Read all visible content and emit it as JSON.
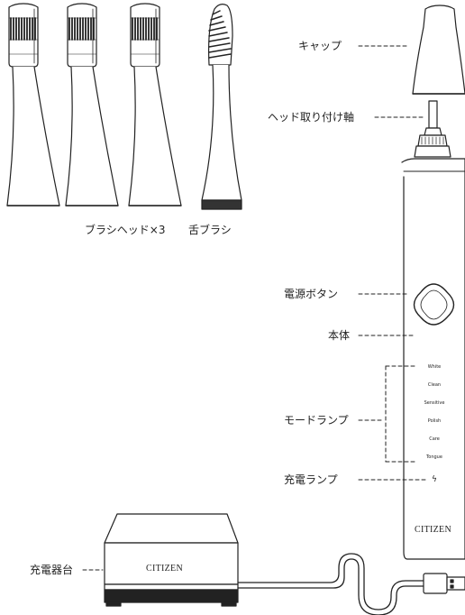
{
  "labels": {
    "cap": "キャップ",
    "head_shaft": "ヘッド取り付け軸",
    "brush_heads": "ブラシヘッド×3",
    "tongue_brush": "舌ブラシ",
    "power_button": "電源ボタン",
    "body": "本体",
    "mode_lamp": "モードランプ",
    "charge_lamp": "充電ランプ",
    "charger": "充電器台"
  },
  "modes": [
    "White",
    "Clean",
    "Sensitive",
    "Polish",
    "Care",
    "Tongue"
  ],
  "charge_symbol": "ϟ",
  "brand": {
    "handle": "CITIZEN",
    "charger": "CITIZEN"
  },
  "icons": {
    "brush_head": "brush-head-icon",
    "tongue_head": "tongue-brush-icon",
    "cap": "cap-icon",
    "handle": "toothbrush-handle",
    "charger": "charger-base",
    "plug": "usb-plug-icon"
  }
}
